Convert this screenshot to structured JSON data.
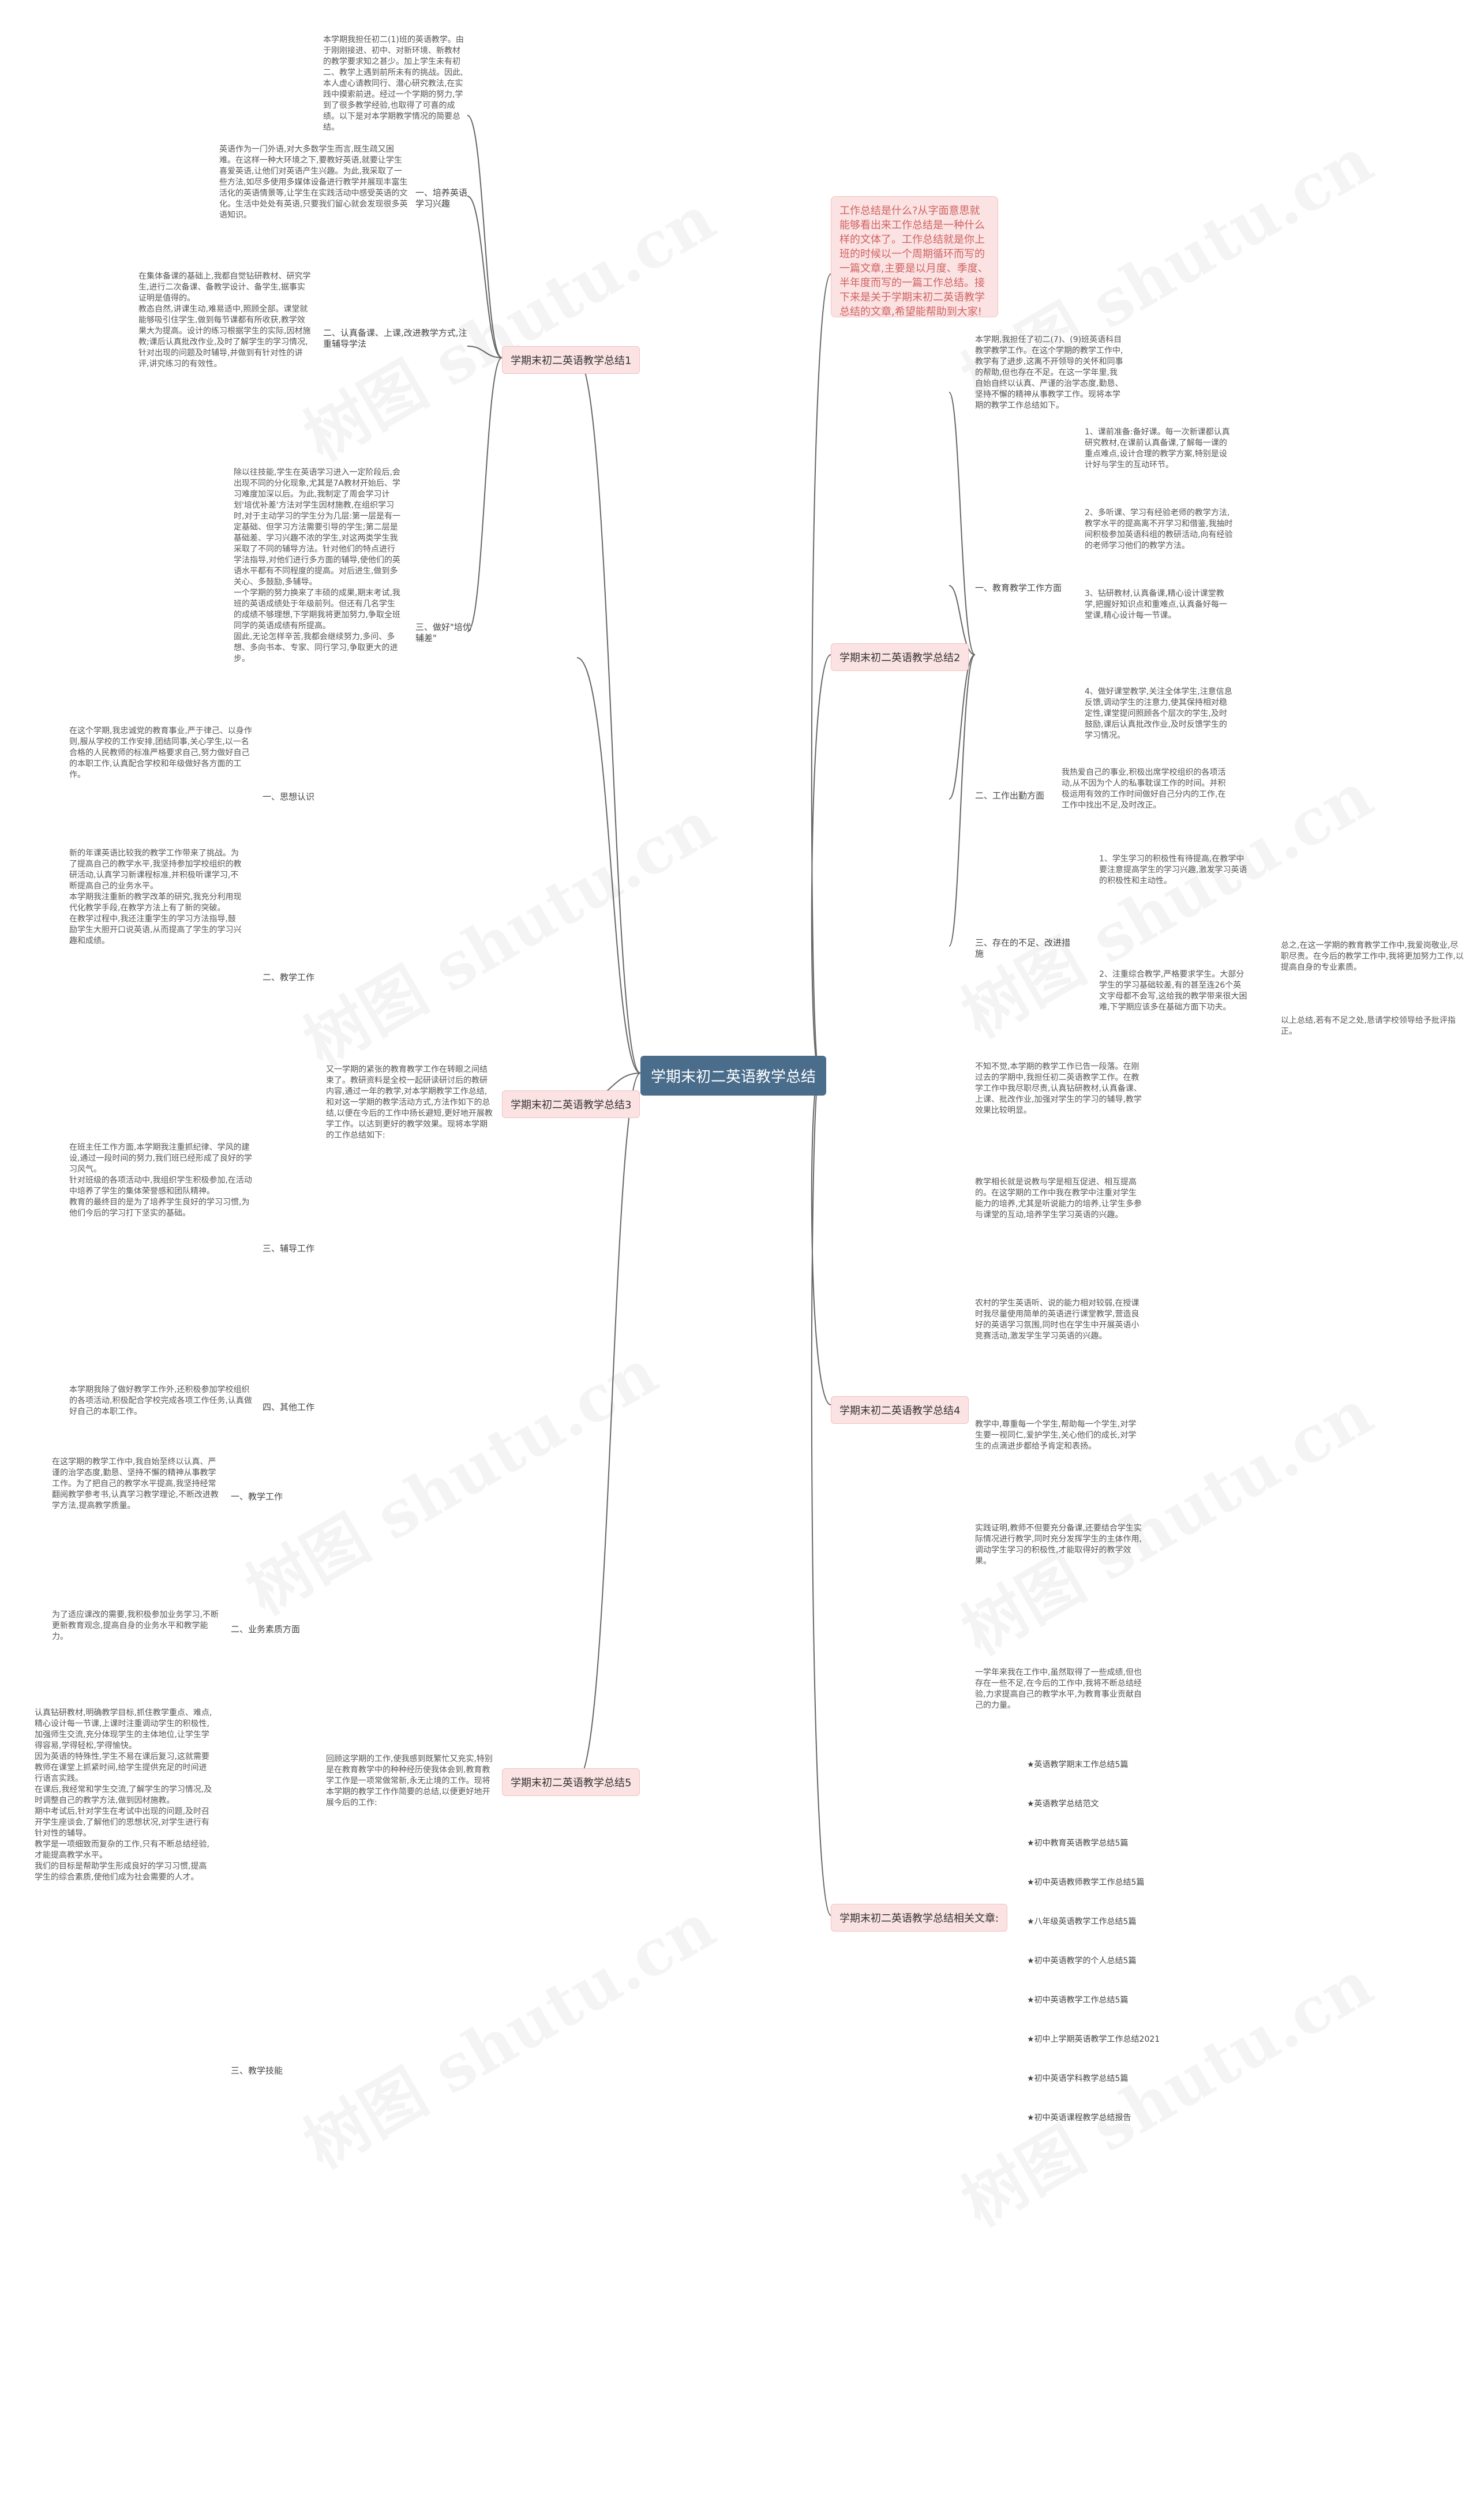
{
  "root": "学期末初二英语教学总结",
  "intro": "工作总结是什么?从字面意思就能够看出来工作总结是一种什么样的文体了。工作总结就是你上班的时候以一个周期循环而写的一篇文章,主要是以月度、季度、半年度而写的一篇工作总结。接下来是关于学期末初二英语教学总结的文章,希望能帮助到大家!",
  "branches": [
    {
      "label": "学期末初二英语教学总结1",
      "intro_text": "本学期我担任初二(1)班的英语教学。由于刚刚接进、初中、对新环境、新教材的教学要求知之甚少。加上学生未有初二、教学上遇到前所未有的挑战。因此,本人虚心请教同行、潜心研究教法,在实践中摸索前进。经过一个学期的努力,学到了很多教学经验,也取得了可喜的成绩。以下是对本学期教学情况的简要总结。",
      "sub": [
        {
          "label": "一、培养英语学习兴趣",
          "text": "英语作为一门外语,对大多数学生而言,既生疏又困难。在这样一种大环境之下,要教好英语,就要让学生喜爱英语,让他们对英语产生兴趣。为此,我采取了一些方法,如尽多使用多媒体设备进行教学并展现丰富生活化的英语情景等,让学生在实践活动中感受英语的文化。生活中处处有英语,只要我们留心就会发现很多英语知识。"
        },
        {
          "label": "二、认真备课、上课,改进教学方式,注重辅导学法",
          "text": "在集体备课的基础上,我都自觉钻研教材、研究学生,进行二次备课、备教学设计、备学生,据事实证明是值得的。\n教态自然,讲课生动,难易适中,照顾全部。课堂就能够吸引住学生,做到每节课都有所收获,教学效果大为提高。设计的练习根据学生的实际,因材施教;课后认真批改作业,及时了解学生的学习情况,针对出现的问题及时辅导,并做到有针对性的讲评,讲究练习的有效性。"
        },
        {
          "label": "三、做好\"培优辅差\"",
          "text": "除以往技能,学生在英语学习进入一定阶段后,会出现不同的分化现象,尤其是7A教材开始后、学习难度加深以后。为此,我制定了周会学习计划'培优补差'方法对学生因材施教,在组织学习时,对于主动学习的学生分为几层:第一层是有一定基础、但学习方法需要引导的学生;第二层是基础差、学习兴趣不浓的学生,对这两类学生我采取了不同的辅导方法。针对他们的特点进行学法指导,对他们进行多方面的辅导,使他们的英语水平都有不同程度的提高。对后进生,做到多关心、多鼓励,多辅导。\n一个学期的努力换来了丰硕的成果,期末考试,我班的英语成绩处于年级前列。但还有几名学生的成绩不够理想,下学期我将更加努力,争取全班同学的英语成绩有所提高。\n固此,无论怎样辛苦,我都会继续努力,多问、多想、多向书本、专家、同行学习,争取更大的进步。"
        }
      ]
    },
    {
      "label": "学期末初二英语教学总结2",
      "intro_text": "本学期,我担任了初二(7)、(9)班英语科目教学教学工作。在这个学期的教学工作中,教学有了进步,这离不开领导的关怀和同事的帮助,但也存在不足。在这一学年里,我自始自终以认真、严谨的治学态度,勤恳、坚持不懈的精神从事教学工作。现将本学期的教学工作总结如下。",
      "sub": [
        {
          "label": "一、教育教学工作方面",
          "items": [
            "1、课前准备:备好课。每一次新课都认真研究教材,在课前认真备课,了解每一课的重点难点,设计合理的教学方案,特别是设计好与学生的互动环节。",
            "2、多听课、学习有经验老师的教学方法,教学水平的提高离不开学习和借鉴,我抽时间积极参加英语科组的教研活动,向有经验的老师学习他们的教学方法。",
            "3、钻研教材,认真备课,精心设计课堂教学,把握好知识点和重难点,认真备好每一堂课,精心设计每一节课。",
            "4、做好课堂教学,关注全体学生,注意信息反馈,调动学生的注意力,使其保持相对稳定性,课堂提问照顾各个层次的学生,及时鼓励,课后认真批改作业,及时反馈学生的学习情况。"
          ]
        },
        {
          "label": "二、工作出勤方面",
          "text": "我热爱自己的事业,积极出席学校组织的各项活动,从不因为个人的私事耽误工作的时间。并积极运用有效的工作时间做好自己分内的工作,在工作中找出不足,及时改正。"
        },
        {
          "label": "三、存在的不足、改进措施",
          "items": [
            "1、学生学习的积极性有待提高,在教学中要注意提高学生的学习兴趣,激发学习英语的积极性和主动性。",
            "2、注重综合教学,严格要求学生。大部分学生的学习基础较差,有的甚至连26个英文字母都不会写,这给我的教学带来很大困难,下学期应该多在基础方面下功夫。"
          ],
          "extra": [
            "总之,在这一学期的教育教学工作中,我爱岗敬业,尽职尽责。在今后的教学工作中,我将更加努力工作,以提高自身的专业素质。",
            "以上总结,若有不足之处,恳请学校领导给予批评指正。"
          ]
        }
      ]
    },
    {
      "label": "学期末初二英语教学总结3",
      "intro_text": "又一学期的紧张的教育教学工作在转眼之间结束了。教研资料是全校一起研读研讨后的教研内容,通过一年的教学,对本学期教学工作总结,和对这一学期的教学活动方式,方法作如下的总结,以便在今后的工作中扬长避短,更好地开展教学工作。以达到更好的教学效果。现将本学期的工作总结如下:",
      "sub": [
        {
          "label": "一、思想认识",
          "text": "在这个学期,我忠诚党的教育事业,严于律己、以身作则,服从学校的工作安排,团结同事,关心学生,以一名合格的人民教师的标准严格要求自己,努力做好自己的本职工作,认真配合学校和年级做好各方面的工作。"
        },
        {
          "label": "二、教学工作",
          "text": "新的年课英语比较我的教学工作带来了挑战。为了提高自己的教学水平,我坚持参加学校组织的教研活动,认真学习新课程标准,并积极听课学习,不断提高自己的业务水平。\n本学期我注重新的教学改革的研究,我充分利用现代化教学手段,在教学方法上有了新的突破。\n在教学过程中,我还注重学生的学习方法指导,鼓励学生大胆开口说英语,从而提高了学生的学习兴趣和成绩。"
        },
        {
          "label": "三、辅导工作",
          "text": "在班主任工作方面,本学期我注重抓纪律、学风的建设,通过一段时间的努力,我们班已经形成了良好的学习风气。\n针对班级的各项活动中,我组织学生积极参加,在活动中培养了学生的集体荣誉感和团队精神。\n教育的最终目的是为了培养学生良好的学习习惯,为他们今后的学习打下坚实的基础。"
        },
        {
          "label": "四、其他工作",
          "text": "本学期我除了做好教学工作外,还积极参加学校组织的各项活动,积极配合学校完成各项工作任务,认真做好自己的本职工作。"
        }
      ]
    },
    {
      "label": "学期末初二英语教学总结4",
      "texts": [
        "不知不觉,本学期的教学工作已告一段落。在刚过去的学期中,我担任初二英语教学工作。在教学工作中我尽职尽责,认真钻研教材,认真备课、上课、批改作业,加强对学生的学习的辅导,教学效果比较明显。",
        "教学相长就是说教与学是相互促进、相互提高的。在这学期的工作中我在教学中注重对学生能力的培养,尤其是听说能力的培养,让学生多参与课堂的互动,培养学生学习英语的兴趣。",
        "农村的学生英语听、说的能力相对较弱,在授课时我尽量使用简单的英语进行课堂教学,营造良好的英语学习氛围,同时也在学生中开展英语小竞赛活动,激发学生学习英语的兴趣。",
        "教学中,尊重每一个学生,帮助每一个学生,对学生要一视同仁,爱护学生,关心他们的成长,对学生的点滴进步都给予肯定和表扬。",
        "实践证明,教师不但要充分备课,还要结合学生实际情况进行教学,同时充分发挥学生的主体作用,调动学生学习的积极性,才能取得好的教学效果。",
        "一学年来我在工作中,虽然取得了一些成绩,但也存在一些不足,在今后的工作中,我将不断总结经验,力求提高自己的教学水平,为教育事业贡献自己的力量。"
      ]
    },
    {
      "label": "学期末初二英语教学总结5",
      "intro_text": "回顾这学期的工作,使我感到既繁忙又充实,特别是在教育教学中的种种经历使我体会到,教育教学工作是一项常做常新,永无止境的工作。现将本学期的教学工作作简要的总结,以便更好地开展今后的工作:",
      "sub": [
        {
          "label": "一、教学工作",
          "text": "在这学期的教学工作中,我自始至终以认真、严谨的治学态度,勤恳、坚持不懈的精神从事教学工作。为了把自己的教学水平提高,我坚持经常翻阅教学参考书,认真学习教学理论,不断改进教学方法,提高教学质量。"
        },
        {
          "label": "二、业务素质方面",
          "text": "为了适应课改的需要,我积极参加业务学习,不断更新教育观念,提高自身的业务水平和教学能力。"
        },
        {
          "label": "三、教学技能",
          "text": "认真钻研教材,明确教学目标,抓住教学重点、难点,精心设计每一节课,上课时注重调动学生的积极性,加强师生交流,充分体现学生的主体地位,让学生学得容易,学得轻松,学得愉快。\n因为英语的特殊性,学生不易在课后复习,这就需要教师在课堂上抓紧时间,给学生提供充足的时间进行语言实践。\n在课后,我经常和学生交流,了解学生的学习情况,及时调整自己的教学方法,做到因材施教。\n期中考试后,针对学生在考试中出现的问题,及时召开学生座谈会,了解他们的思想状况,对学生进行有针对性的辅导。\n教学是一项细致而复杂的工作,只有不断总结经验,才能提高教学水平。\n我们的目标是帮助学生形成良好的学习习惯,提高学生的综合素质,使他们成为社会需要的人才。"
        }
      ]
    },
    {
      "label": "学期末初二英语教学总结相关文章:",
      "related": [
        "★英语教学期末工作总结5篇",
        "★英语教学总结范文",
        "★初中教育英语教学总结5篇",
        "★初中英语教师教学工作总结5篇",
        "★八年级英语教学工作总结5篇",
        "★初中英语教学的个人总结5篇",
        "★初中英语教学工作总结5篇",
        "★初中上学期英语教学工作总结2021",
        "★初中英语学科教学总结5篇",
        "★初中英语课程教学总结报告"
      ]
    }
  ],
  "watermark": "树图 shutu.cn"
}
